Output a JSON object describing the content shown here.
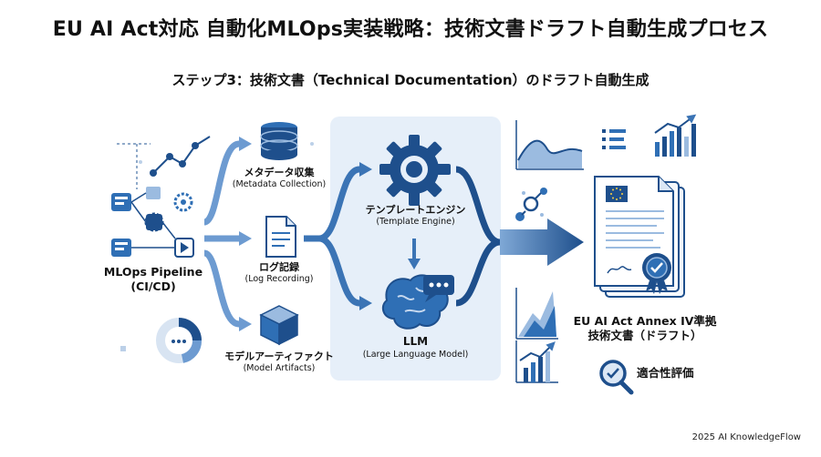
{
  "title": "EU AI Act対応 自動化MLOps実装戦略：技術文書ドラフト自動生成プロセス",
  "subtitle": "ステップ3：技術文書（Technical Documentation）のドラフト自動生成",
  "pipeline": {
    "label": "MLOps Pipeline",
    "sub": "(CI/CD)"
  },
  "metadata": {
    "jp": "メタデータ収集",
    "en": "(Metadata Collection)",
    "icon": "database-icon"
  },
  "log": {
    "jp": "ログ記録",
    "en": "(Log Recording)",
    "icon": "document-icon"
  },
  "artifacts": {
    "jp": "モデルアーティファクト",
    "en": "(Model Artifacts)",
    "icon": "cube-icon"
  },
  "template_engine": {
    "jp": "テンプレートエンジン",
    "en": "(Template Engine)",
    "icon": "gear-icon"
  },
  "llm": {
    "jp": "LLM",
    "en": "(Large Language Model)",
    "icon": "brain-chat-icon"
  },
  "output": {
    "line1": "EU AI Act Annex IV準拠",
    "line2": "技術文書（ドラフト）",
    "icon": "document-seal-icon"
  },
  "assessment": {
    "label": "適合性評価",
    "icon": "magnifier-check-icon"
  },
  "footer": "2025 AI KnowledgeFlow",
  "colors": {
    "primary": "#1e4f8c",
    "accent": "#2f6fb5",
    "panel": "#e6eff9"
  }
}
